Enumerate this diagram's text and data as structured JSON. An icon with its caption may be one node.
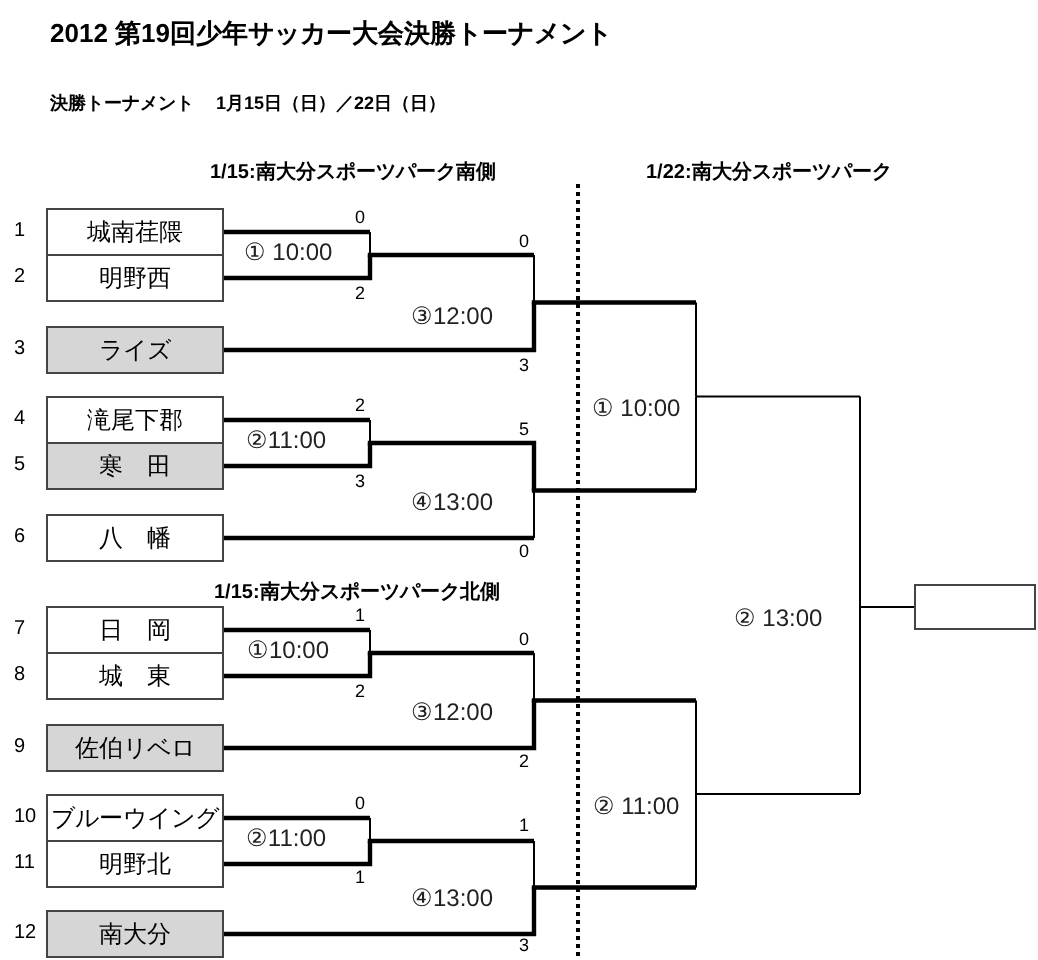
{
  "diagram": {
    "title": "2012 第19回少年サッカー大会決勝トーナメント",
    "nodes": [
      {
        "text": [
          "城南荏隈"
        ],
        "beside": [
          "1"
        ]
      },
      {
        "text": [
          "明野西"
        ],
        "beside": [
          "2"
        ]
      },
      {
        "text": [
          "ライズ"
        ],
        "beside": [
          "3"
        ]
      },
      {
        "text": [
          "滝尾下郡"
        ],
        "beside": [
          "4"
        ]
      },
      {
        "text": [
          "寒　田"
        ],
        "beside": [
          "5"
        ]
      },
      {
        "text": [
          "八　幡"
        ],
        "beside": [
          "6"
        ]
      },
      {
        "text": [
          "日　岡"
        ],
        "beside": [
          "7"
        ]
      },
      {
        "text": [
          "城　東"
        ],
        "beside": [
          "8"
        ]
      },
      {
        "text": [
          "佐伯リベロ"
        ],
        "beside": [
          "9"
        ]
      },
      {
        "text": [
          "ブルーウイング"
        ],
        "beside": [
          "10"
        ]
      },
      {
        "text": [
          "明野北"
        ],
        "beside": [
          "11"
        ]
      },
      {
        "text": [
          "南大分"
        ],
        "beside": [
          "12"
        ]
      },
      {
        "text": [],
        "shape": "box"
      }
    ],
    "edges": [
      {
        "from": 0,
        "to": 12,
        "arrow": "none"
      },
      {
        "from": 1,
        "to": 12,
        "arrow": "none"
      },
      {
        "from": 2,
        "to": 12,
        "arrow": "none"
      },
      {
        "from": 3,
        "to": 12,
        "arrow": "none"
      },
      {
        "from": 4,
        "to": 12,
        "arrow": "none"
      },
      {
        "from": 5,
        "to": 12,
        "arrow": "none"
      },
      {
        "from": 6,
        "to": 12,
        "arrow": "none"
      },
      {
        "from": 7,
        "to": 12,
        "arrow": "none"
      },
      {
        "from": 8,
        "to": 12,
        "arrow": "none"
      },
      {
        "from": 9,
        "to": 12,
        "arrow": "none"
      },
      {
        "from": 10,
        "to": 12,
        "arrow": "none"
      },
      {
        "from": 11,
        "to": 12,
        "arrow": "none"
      }
    ],
    "labels": [
      "決勝トーナメント",
      "1月15日（日）／22日（日）",
      "1/15:南大分スポーツパーク南側",
      "1/22:南大分スポーツパーク",
      "0",
      "① 10:00",
      "0",
      "2",
      "③12:00",
      "3",
      "① 10:00",
      "2",
      "5",
      "②11:00",
      "3",
      "④13:00",
      "0",
      "1/15:南大分スポーツパーク北側",
      "1",
      "② 13:00",
      "①10:00",
      "0",
      "2",
      "③12:00",
      "2",
      "0",
      "② 11:00",
      "1",
      "②11:00",
      "1",
      "④13:00",
      "3"
    ]
  }
}
